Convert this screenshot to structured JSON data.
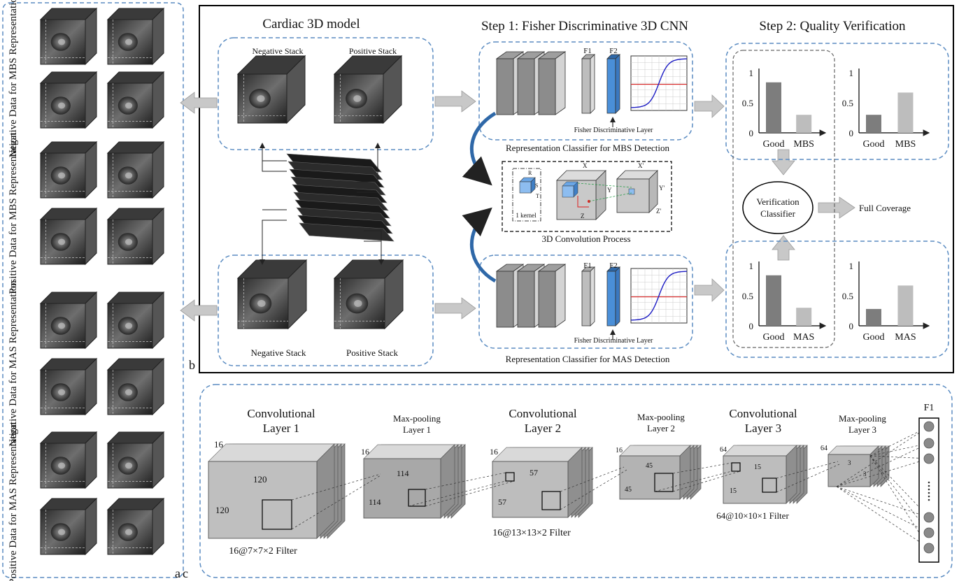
{
  "panel_a": {
    "negative_mbs": "Negative Data for MBS Representation",
    "positive_mbs": "Positive Data for MBS Representation",
    "negative_mas": "Negative Data for MAS Representation",
    "positive_mas": "Positive Data for MAS Representation",
    "letter": "a"
  },
  "panel_b": {
    "letter": "b",
    "cardiac_title": "Cardiac 3D model",
    "negative_stack": "Negative Stack",
    "positive_stack": "Positive Stack",
    "step1_title": "Step 1:  Fisher Discriminative 3D CNN",
    "step2_title": "Step 2: Quality Verification",
    "f1": "F1",
    "f2": "F2",
    "fisher_layer": "Fisher Discriminative Layer",
    "mbs_classifier": "Representation Classifier for MBS Detection",
    "mas_classifier": "Representation Classifier for MAS Detection",
    "conv_process": "3D Convolution Process",
    "kernel": "1 kernel",
    "axis_r": "R",
    "axis_s": "S",
    "axis_t": "T",
    "axis_x": "X",
    "axis_y": "Y",
    "axis_z": "Z",
    "axis_x2": "X'",
    "axis_y2": "Y'",
    "axis_z2": "Z'",
    "verification_line1": "Verification",
    "verification_line2": "Classifier",
    "full_coverage": "Full Coverage",
    "y_ticks": [
      "1",
      "0.5",
      "0"
    ],
    "good": "Good",
    "mbs": "MBS",
    "mas": "MAS"
  },
  "panel_c": {
    "letter": "c",
    "layers": [
      {
        "line1": "Convolutional",
        "line2": "Layer 1"
      },
      {
        "line1": "Max-pooling",
        "line2": "Layer 1"
      },
      {
        "line1": "Convolutional",
        "line2": "Layer 2"
      },
      {
        "line1": "Max-pooling",
        "line2": "Layer 2"
      },
      {
        "line1": "Convolutional",
        "line2": "Layer 3"
      },
      {
        "line1": "Max-pooling",
        "line2": "Layer 3"
      }
    ],
    "filter1": "16@7×7×2 Filter",
    "filter2": "16@13×13×2 Filter",
    "filter3": "64@10×10×1 Filter",
    "f1": "F1",
    "dims": {
      "c1_depth": "16",
      "c1_w": "120",
      "c1_h": "120",
      "p1_depth": "16",
      "p1_w": "114",
      "p1_h": "114",
      "c2_depth": "16",
      "c2_w": "57",
      "c2_h": "57",
      "p2_depth": "16",
      "p2_w": "45",
      "p2_h": "45",
      "c3_depth": "64",
      "c3_w": "15",
      "c3_h": "15",
      "p3_depth": "64",
      "p3_w": "3",
      "p3_h": "3"
    }
  },
  "charts": [
    {
      "id": "mbs-before",
      "categories": [
        "Good",
        "MBS"
      ],
      "values": [
        0.84,
        0.3
      ],
      "ylim": [
        0,
        1
      ]
    },
    {
      "id": "mbs-after",
      "categories": [
        "Good",
        "MBS"
      ],
      "values": [
        0.3,
        0.67
      ],
      "ylim": [
        0,
        1
      ]
    },
    {
      "id": "mas-before",
      "categories": [
        "Good",
        "MAS"
      ],
      "values": [
        0.84,
        0.3
      ],
      "ylim": [
        0,
        1
      ]
    },
    {
      "id": "mas-after",
      "categories": [
        "Good",
        "MAS"
      ],
      "values": [
        0.28,
        0.67
      ],
      "ylim": [
        0,
        1
      ]
    }
  ],
  "colors": {
    "dash_blue": "#5b8cc2",
    "arrow_grey": "#c4c4c4",
    "curve_blue": "#2f68a8",
    "layer_blue": "#4a8fd8",
    "bar_dark": "#7d7d7d",
    "bar_light": "#bdbdbd"
  }
}
